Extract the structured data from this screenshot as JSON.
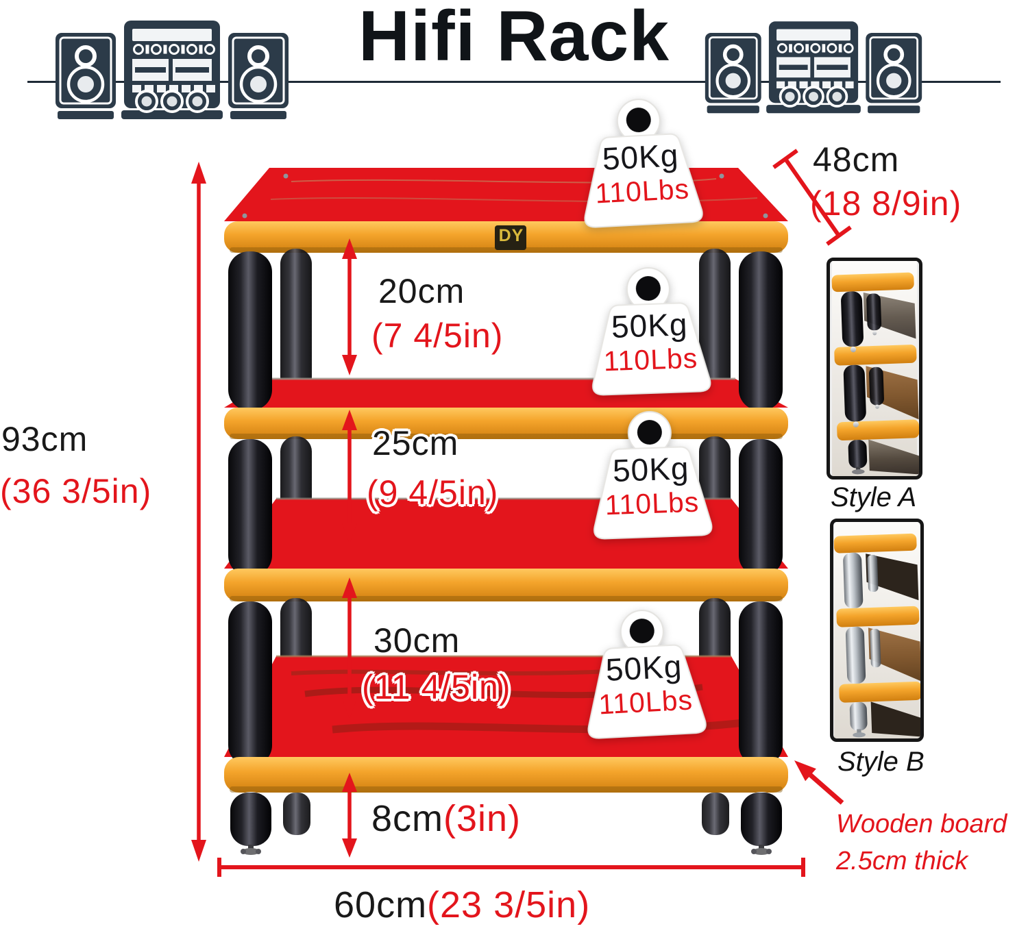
{
  "page": {
    "title": "Hifi Rack"
  },
  "brand_logo": "DY",
  "dimensions": {
    "height": {
      "metric": "93cm",
      "imperial": "(36 3/5in)"
    },
    "depth": {
      "metric": "48cm",
      "imperial": "(18 8/9in)"
    },
    "shelf_gap_top": {
      "metric": "20cm",
      "imperial": "(7 4/5in)"
    },
    "shelf_gap_middle": {
      "metric": "25cm",
      "imperial": "(9 4/5in)"
    },
    "shelf_gap_bottom": {
      "metric": "30cm",
      "imperial": "(11 4/5in)"
    },
    "ground_clearance": {
      "metric": "8cm",
      "imperial": "(3in)"
    },
    "width": {
      "metric": "60cm",
      "imperial": "(23 3/5in)"
    }
  },
  "load_badges": [
    {
      "kg": "50Kg",
      "lbs": "110Lbs"
    },
    {
      "kg": "50Kg",
      "lbs": "110Lbs"
    },
    {
      "kg": "50Kg",
      "lbs": "110Lbs"
    },
    {
      "kg": "50Kg",
      "lbs": "110Lbs"
    }
  ],
  "styles": {
    "a": "Style A",
    "b": "Style B"
  },
  "note": {
    "line1": "Wooden board",
    "line2": "2.5cm thick"
  },
  "colors": {
    "accent_red": "#e3151c",
    "icon_navy": "#2c3b49",
    "shelf_orange": "#f3a028",
    "leg_black": "#0b0b0e"
  },
  "icons": {
    "header_left": "stereo-system-icon",
    "header_right": "stereo-system-icon",
    "load": "weight-icon"
  }
}
